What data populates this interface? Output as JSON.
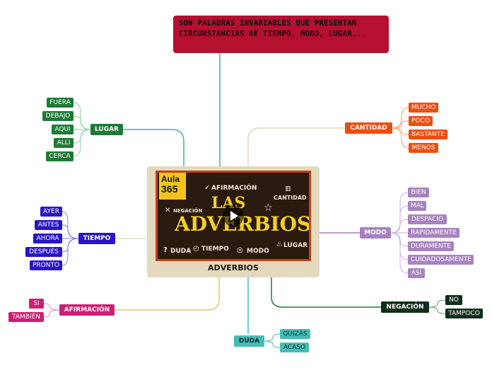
{
  "title_text": "SON  PALABRAS INVARIABLES QUE PRESENTAN CIRCUNSTANCIAS DE TIEMPO, MODO, LUGAR...",
  "center": {
    "label": "ADVERBIOS",
    "video": {
      "brand_line1": "Aula",
      "brand_line2": "365",
      "title_line1": "LAS",
      "title_line2": "ADVERBIOS",
      "tags": [
        "AFIRMACIÓN",
        "NEGACIÓN",
        "CANTIDAD",
        "DUDA",
        "TIEMPO",
        "MODO",
        "LUGAR"
      ]
    }
  },
  "categories": {
    "lugar": {
      "label": "LUGAR",
      "color": "#1e7b36",
      "items": [
        "FUERA",
        "DEBAJO",
        "AQUI",
        "ALLI",
        "CERCA"
      ]
    },
    "tiempo": {
      "label": "TIEMPO",
      "color": "#2a14c8",
      "items": [
        "AYER",
        "ANTES",
        "AHORA",
        "DESPUÉS",
        "PRONTO"
      ]
    },
    "afirmacion": {
      "label": "AFIRMACIÓN",
      "color": "#cc1f74",
      "items": [
        "SI",
        "TAMBIÉN"
      ]
    },
    "cantidad": {
      "label": "CANTIDAD",
      "color": "#f04d0c",
      "items": [
        "MUCHO",
        "POCO",
        "BASTANTE",
        "MENOS"
      ]
    },
    "modo": {
      "label": "MODO",
      "color": "#a882c0",
      "items": [
        "BIEN",
        "MAL",
        "DESPACIO",
        "RAPIDAMENTE",
        "DURAMENTE",
        "CUIDADOSAMENTE",
        "ASÍ"
      ]
    },
    "negacion": {
      "label": "NEGACIÓN",
      "color": "#0f2f1a",
      "items": [
        "NO",
        "TAMPOCO"
      ]
    },
    "duda": {
      "label": "DUDA",
      "color": "#46bcb4",
      "items": [
        "QUIZÁS",
        "ACASO"
      ]
    }
  },
  "colors": {
    "title_bg": "#b5102f",
    "center_bg": "#e3d9bd",
    "video_border": "#c24118",
    "video_title": "#f4d020"
  },
  "icons": [
    "play-icon",
    "checkmark-icon",
    "cross-icon",
    "chart-icon",
    "question-icon",
    "clock-icon",
    "spiral-icon",
    "bulb-icon",
    "star-icon"
  ]
}
